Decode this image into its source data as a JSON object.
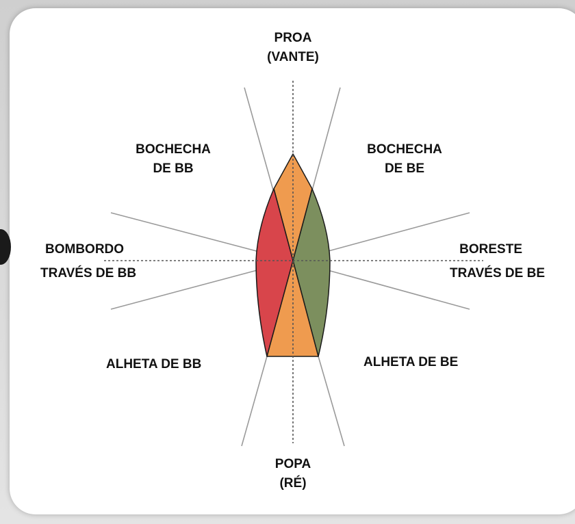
{
  "diagram": {
    "labels": {
      "proa": {
        "line1": "PROA",
        "line2": "(VANTE)"
      },
      "bochecha_bb": {
        "line1": "BOCHECHA",
        "line2": "DE BB"
      },
      "bochecha_be": {
        "line1": "BOCHECHA",
        "line2": "DE BE"
      },
      "bombordo": {
        "line1": "BOMBORDO",
        "line2": "TRAVÉS DE BB"
      },
      "boreste": {
        "line1": "BORESTE",
        "line2": "TRAVÉS DE BE"
      },
      "alheta_bb": {
        "line1": "ALHETA DE BB"
      },
      "alheta_be": {
        "line1": "ALHETA DE BE"
      },
      "popa": {
        "line1": "POPA",
        "line2": "(RÉ)"
      }
    },
    "colors": {
      "orange": "#ef9b4f",
      "red": "#d8454b",
      "green": "#7c8f5e",
      "outline": "#1a1a1a",
      "guide_lines": "#9a9a9a"
    }
  }
}
